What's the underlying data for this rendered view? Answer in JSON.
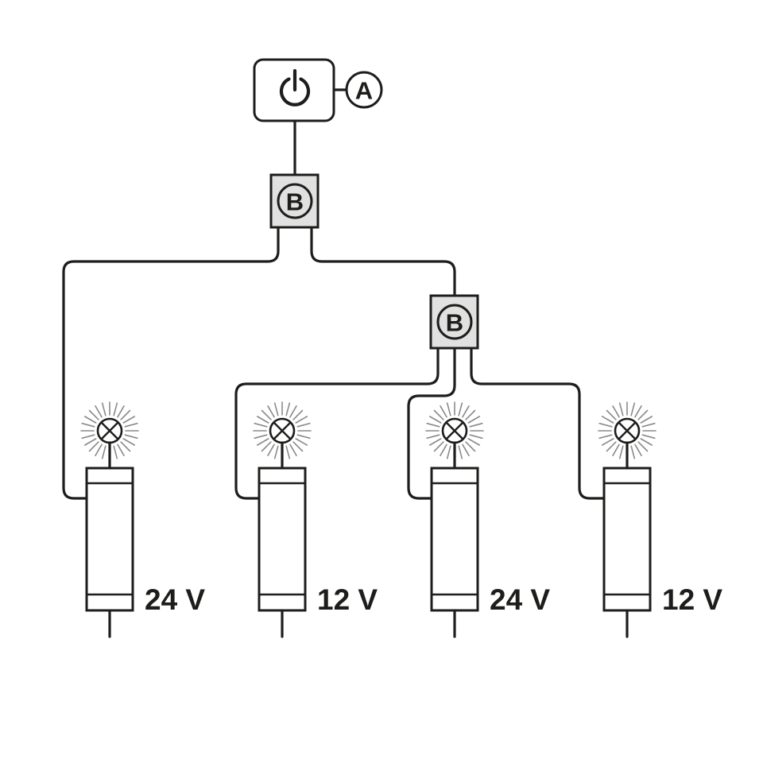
{
  "labels": {
    "switch": "A",
    "distributor": "B"
  },
  "distributors": [
    {
      "label": "B"
    },
    {
      "label": "B"
    }
  ],
  "drivers": [
    {
      "voltage": "24 V"
    },
    {
      "voltage": "12 V"
    },
    {
      "voltage": "24 V"
    },
    {
      "voltage": "12 V"
    }
  ],
  "icons": {
    "switch": "power-icon",
    "lamp": "light-bulb-icon"
  }
}
